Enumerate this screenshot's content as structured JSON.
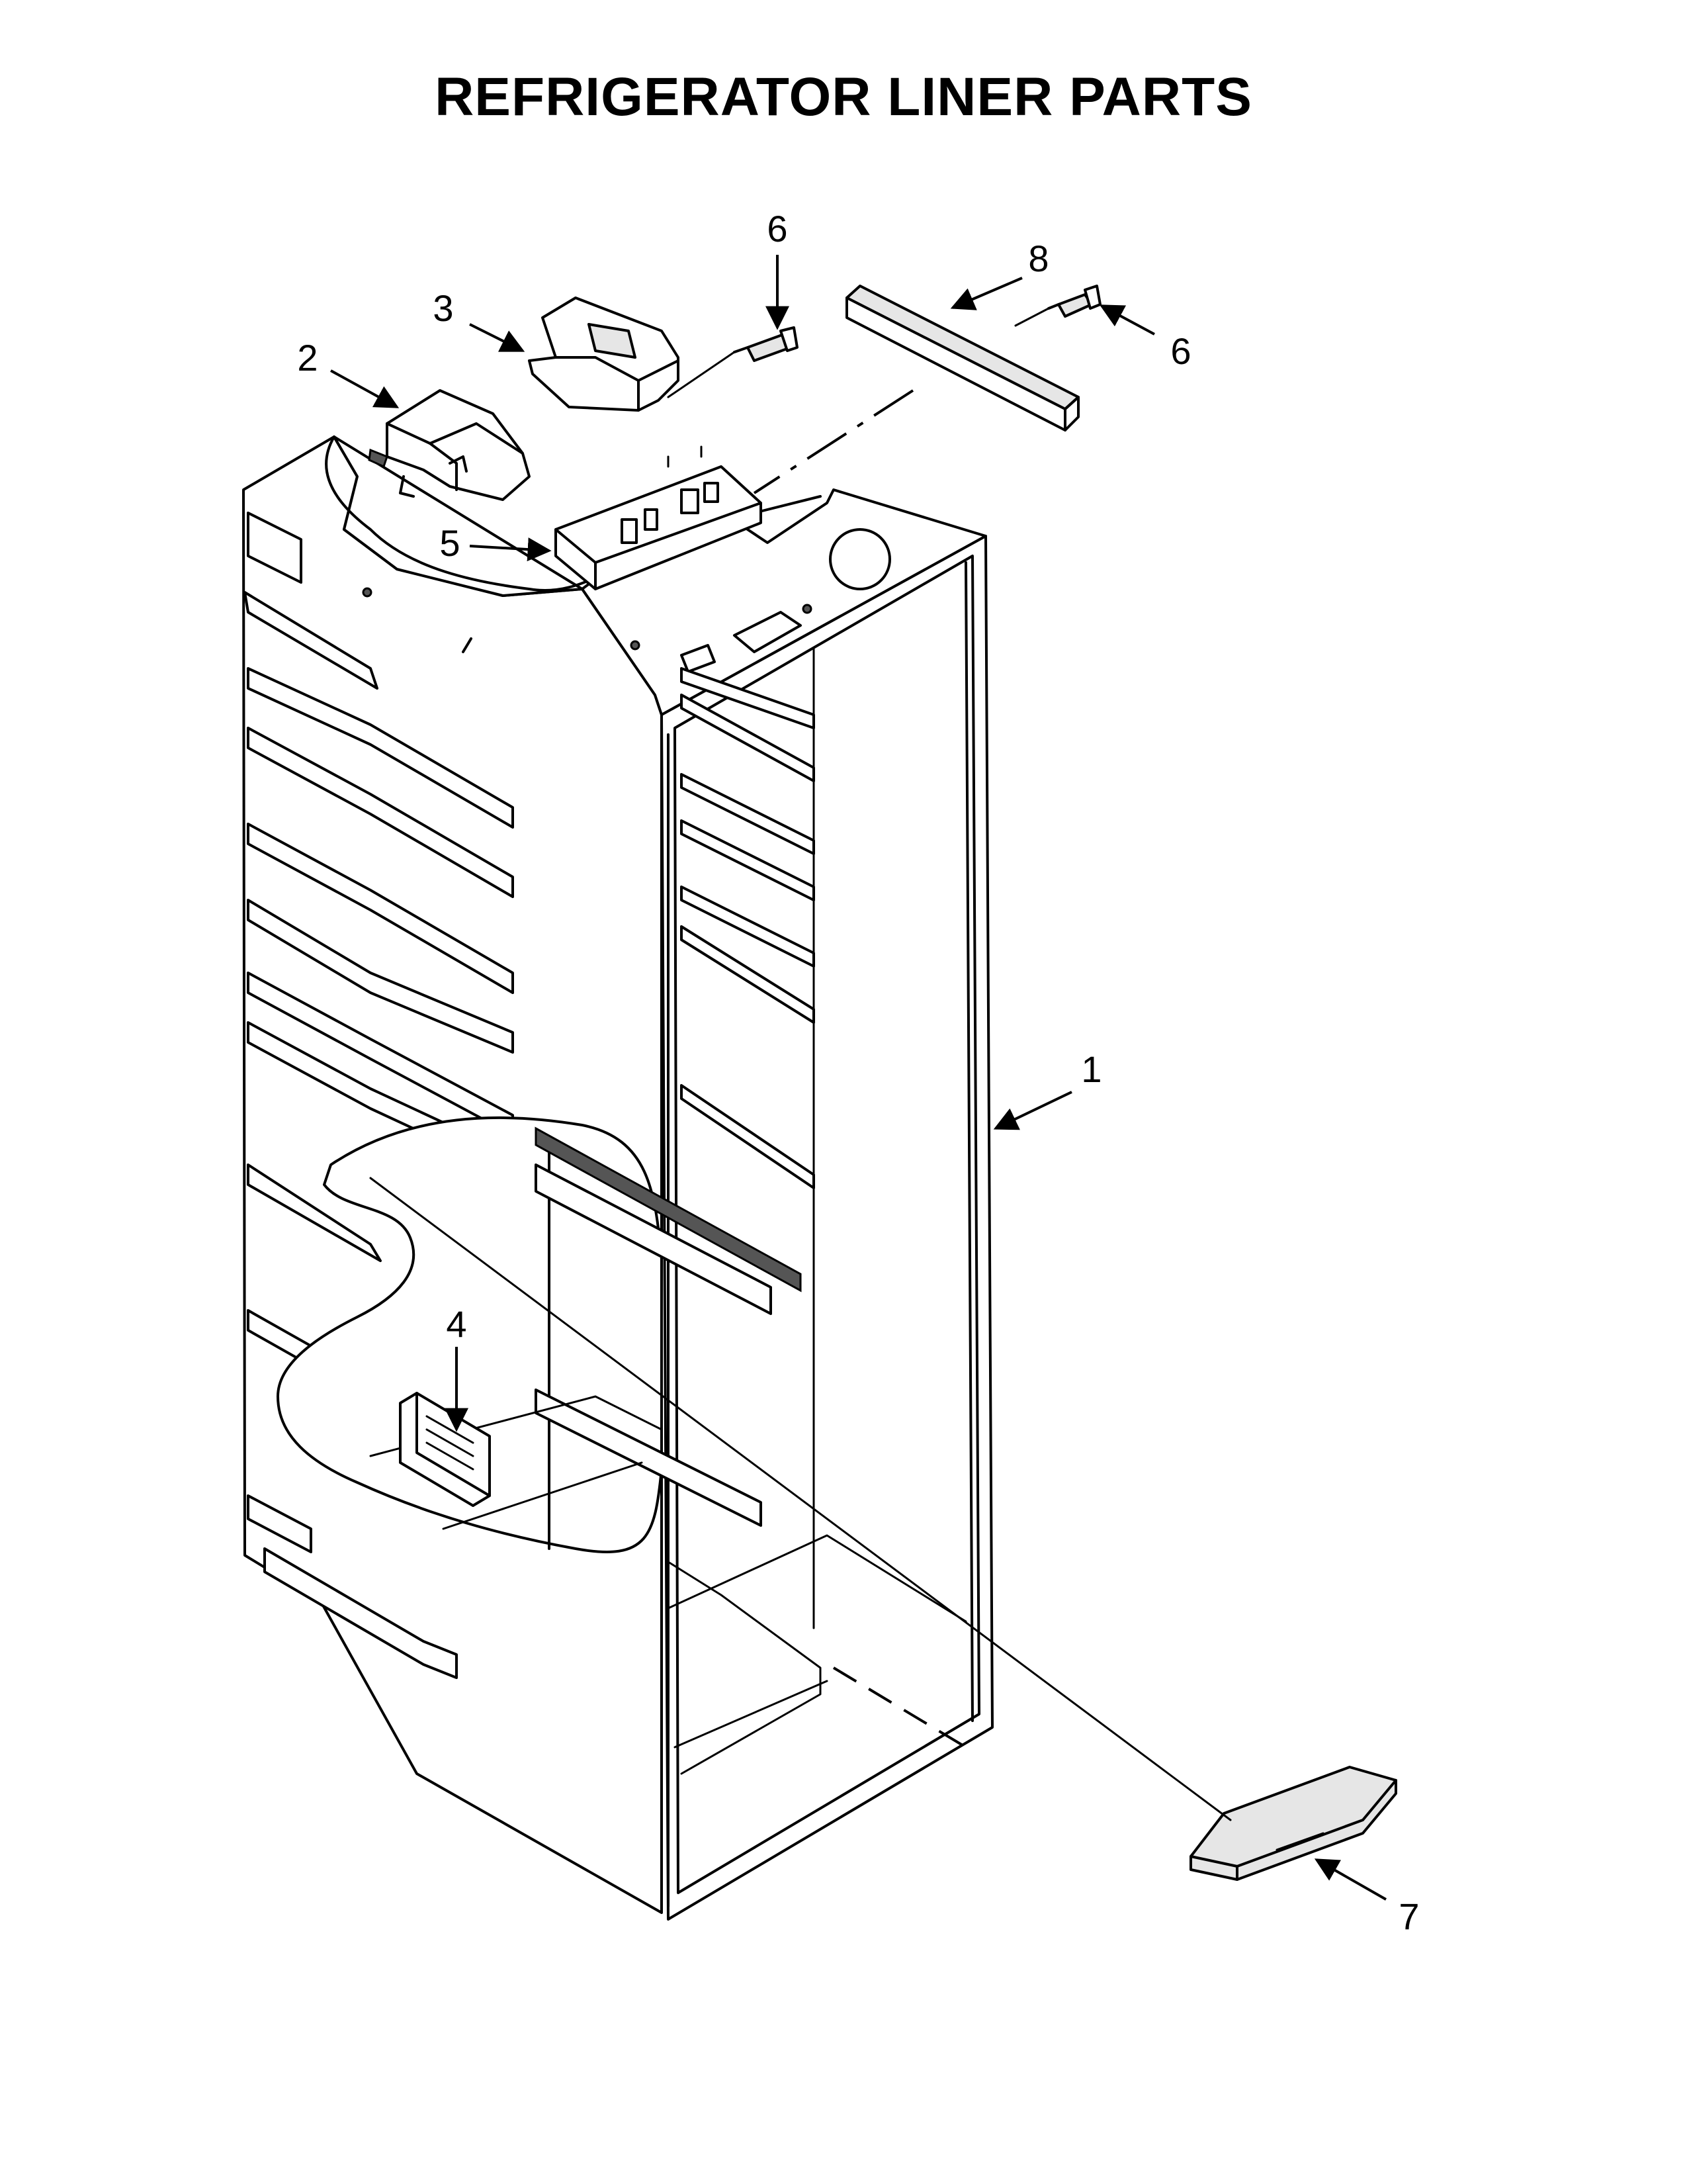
{
  "title": "REFRIGERATOR LINER PARTS",
  "callouts": {
    "c1": "1",
    "c2": "2",
    "c3": "3",
    "c4": "4",
    "c5": "5",
    "c6a": "6",
    "c6b": "6",
    "c7": "7",
    "c8": "8"
  }
}
